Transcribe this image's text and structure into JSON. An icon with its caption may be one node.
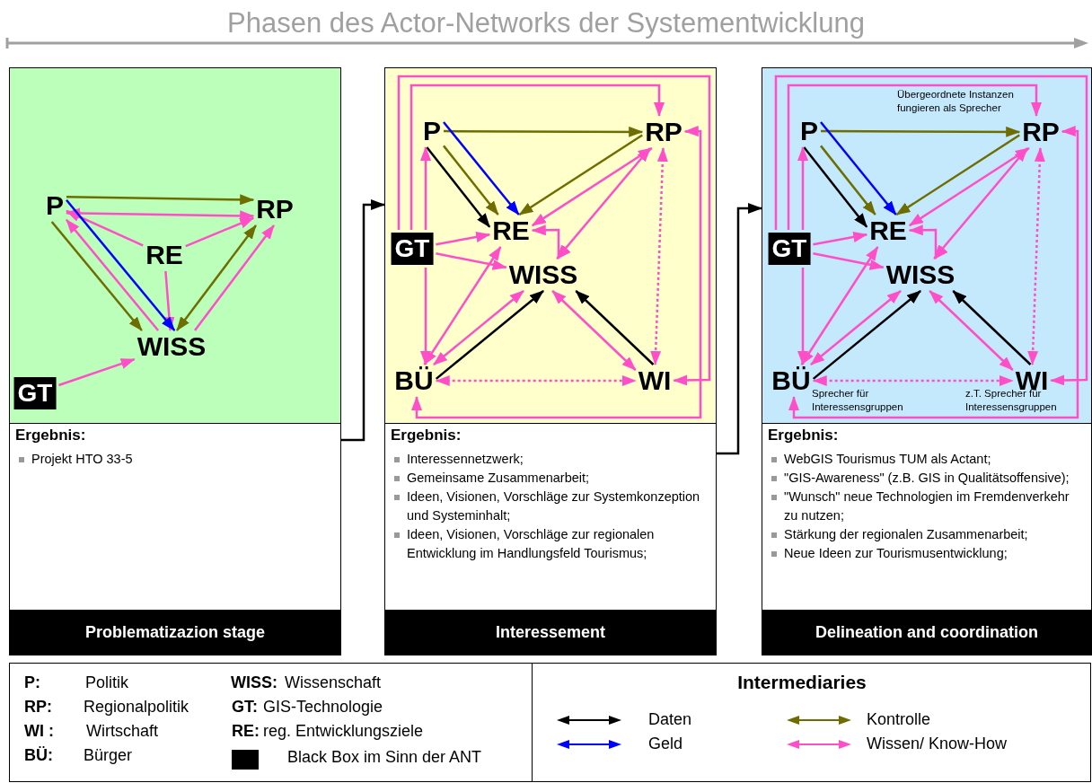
{
  "diagram": {
    "title": "Phasen des Actor-Networks der Systementwicklung",
    "nodes": [
      {
        "text": [
          "Problematizazion stage"
        ]
      },
      {
        "text": [
          "P"
        ],
        "in": 0
      },
      {
        "text": [
          "RP"
        ],
        "in": 0
      },
      {
        "text": [
          "RE"
        ],
        "in": 0
      },
      {
        "text": [
          "WISS"
        ],
        "in": 0
      },
      {
        "text": [
          "GT"
        ],
        "in": 0
      },
      {
        "text": [
          "Ergebnis:",
          "Projekt HTO 33-5"
        ],
        "in": 0
      },
      {
        "text": [
          "Interessement"
        ]
      },
      {
        "text": [
          "P"
        ],
        "in": 7
      },
      {
        "text": [
          "RP"
        ],
        "in": 7
      },
      {
        "text": [
          "GT"
        ],
        "in": 7
      },
      {
        "text": [
          "RE"
        ],
        "in": 7
      },
      {
        "text": [
          "WISS"
        ],
        "in": 7
      },
      {
        "text": [
          "BÜ"
        ],
        "in": 7
      },
      {
        "text": [
          "WI"
        ],
        "in": 7
      },
      {
        "text": [
          "Ergebnis:",
          "Interessennetzwerk;",
          "Gemeinsame Zusammenarbeit;",
          "Ideen, Visionen, Vorschläge zur Systemkonzeption und Systeminhalt;",
          "Ideen, Visionen, Vorschläge zur regionalen Entwicklung im Handlungsfeld Tourismus;"
        ],
        "in": 7
      },
      {
        "text": [
          "Delineation and coordination"
        ]
      },
      {
        "text": [
          "P"
        ],
        "in": 16
      },
      {
        "text": [
          "RP"
        ],
        "in": 16,
        "beside": [
          "Übergeordnete Instanzen fungieren als Sprecher"
        ]
      },
      {
        "text": [
          "GT"
        ],
        "in": 16
      },
      {
        "text": [
          "RE"
        ],
        "in": 16
      },
      {
        "text": [
          "WISS"
        ],
        "in": 16
      },
      {
        "text": [
          "BÜ"
        ],
        "in": 16,
        "beside": [
          "Sprecher für Interessensgruppen"
        ]
      },
      {
        "text": [
          "WI"
        ],
        "in": 16,
        "beside": [
          "z.T. Sprecher für Interessensgruppen"
        ]
      },
      {
        "text": [
          "Ergebnis:",
          "WebGIS Tourismus TUM als Actant;",
          "\"GIS-Awareness\" (z.B. GIS in Qualitätsoffensive);",
          "\"Wunsch\" neue Technologien im Fremdenverkehr zu nutzen;",
          "Stärkung der regionalen Zusammenarbeit;",
          "Neue Ideen zur Tourismusentwicklung;"
        ],
        "in": 16
      }
    ],
    "edges": [
      {
        "from": 1,
        "to": 2,
        "arrow": "to",
        "color": "#6e6e00"
      },
      {
        "from": 1,
        "to": 2,
        "arrow": "both"
      },
      {
        "from": 3,
        "to": 1,
        "arrow": "to"
      },
      {
        "from": 3,
        "to": 2,
        "arrow": "to"
      },
      {
        "from": 3,
        "to": 4,
        "arrow": "to"
      },
      {
        "from": 1,
        "to": 4,
        "arrow": "to",
        "color": "#6e6e00"
      },
      {
        "from": 4,
        "to": 1,
        "arrow": "to"
      },
      {
        "from": 1,
        "to": 4,
        "arrow": "to",
        "color": "#0000ff"
      },
      {
        "from": 2,
        "to": 4,
        "arrow": "both",
        "color": "#6e6e00"
      },
      {
        "from": 4,
        "to": 2,
        "arrow": "to"
      },
      {
        "from": 5,
        "to": 4,
        "arrow": "to"
      },
      {
        "from": 0,
        "to": 7,
        "arrow": "to",
        "color": "#000000"
      },
      {
        "from": 8,
        "to": 9,
        "arrow": "to",
        "color": "#6e6e00"
      },
      {
        "from": 8,
        "to": 11,
        "arrow": "to",
        "color": "#6e6e00"
      },
      {
        "from": 8,
        "to": 11,
        "arrow": "to",
        "color": "#0000ff"
      },
      {
        "from": 8,
        "to": 11,
        "arrow": "to",
        "color": "#000000"
      },
      {
        "from": 9,
        "to": 11,
        "arrow": "to",
        "color": "#6e6e00"
      },
      {
        "from": 9,
        "to": 11,
        "arrow": "both"
      },
      {
        "from": 9,
        "to": 12,
        "arrow": "both"
      },
      {
        "from": 10,
        "to": 8,
        "arrow": "to"
      },
      {
        "from": 10,
        "to": 11,
        "arrow": "to"
      },
      {
        "from": 10,
        "to": 12,
        "arrow": "to"
      },
      {
        "from": 10,
        "to": 13,
        "arrow": "to"
      },
      {
        "from": 10,
        "to": 9,
        "arrow": "to"
      },
      {
        "from": 10,
        "to": 14,
        "arrow": "to"
      },
      {
        "from": 11,
        "to": 12,
        "arrow": "both"
      },
      {
        "from": 11,
        "to": 13,
        "arrow": "both"
      },
      {
        "from": 12,
        "to": 13,
        "arrow": "both"
      },
      {
        "from": 13,
        "to": 12,
        "arrow": "to",
        "color": "#000000"
      },
      {
        "from": 12,
        "to": 14,
        "arrow": "both"
      },
      {
        "from": 14,
        "to": 12,
        "arrow": "to",
        "color": "#000000"
      },
      {
        "from": 9,
        "to": 14,
        "arrow": "both",
        "style": "dashed"
      },
      {
        "from": 13,
        "to": 14,
        "arrow": "both",
        "style": "dashed"
      },
      {
        "from": 9,
        "to": 13,
        "arrow": "both"
      },
      {
        "from": 7,
        "to": 16,
        "arrow": "to",
        "color": "#000000"
      },
      {
        "from": 17,
        "to": 18,
        "arrow": "to",
        "color": "#6e6e00"
      },
      {
        "from": 17,
        "to": 20,
        "arrow": "to",
        "color": "#6e6e00"
      },
      {
        "from": 17,
        "to": 20,
        "arrow": "to",
        "color": "#0000ff"
      },
      {
        "from": 17,
        "to": 20,
        "arrow": "to",
        "color": "#000000"
      },
      {
        "from": 18,
        "to": 20,
        "arrow": "to",
        "color": "#6e6e00"
      },
      {
        "from": 18,
        "to": 20,
        "arrow": "both"
      },
      {
        "from": 18,
        "to": 21,
        "arrow": "both"
      },
      {
        "from": 19,
        "to": 17,
        "arrow": "to"
      },
      {
        "from": 19,
        "to": 20,
        "arrow": "to"
      },
      {
        "from": 19,
        "to": 21,
        "arrow": "to"
      },
      {
        "from": 19,
        "to": 22,
        "arrow": "to"
      },
      {
        "from": 19,
        "to": 18,
        "arrow": "to"
      },
      {
        "from": 19,
        "to": 23,
        "arrow": "to"
      },
      {
        "from": 20,
        "to": 21,
        "arrow": "both"
      },
      {
        "from": 20,
        "to": 22,
        "arrow": "both"
      },
      {
        "from": 21,
        "to": 22,
        "arrow": "both"
      },
      {
        "from": 22,
        "to": 21,
        "arrow": "to",
        "color": "#000000"
      },
      {
        "from": 21,
        "to": 23,
        "arrow": "both"
      },
      {
        "from": 23,
        "to": 21,
        "arrow": "to",
        "color": "#000000"
      },
      {
        "from": 18,
        "to": 23,
        "arrow": "both",
        "style": "dashed"
      },
      {
        "from": 22,
        "to": 23,
        "arrow": "both",
        "style": "dashed"
      },
      {
        "from": 18,
        "to": 22,
        "arrow": "both"
      }
    ],
    "labels": [
      "P:",
      "Politik",
      "WISS:",
      "Wissenschaft",
      "RP:",
      "Regionalpolitik",
      "GT:",
      "GIS-Technologie",
      "WI :",
      "Wirtschaft",
      "RE:",
      "reg. Entwicklungsziele",
      "BÜ:",
      "Bürger",
      "Intermediaries"
    ],
    "legend": [
      {
        "text": "Black Box im Sinn der ANT",
        "color": "#000000"
      },
      {
        "text": "Daten"
      },
      {
        "text": "Geld"
      },
      {
        "text": "Kontrolle"
      },
      {
        "text": "Wissen/ Know-How"
      }
    ]
  }
}
